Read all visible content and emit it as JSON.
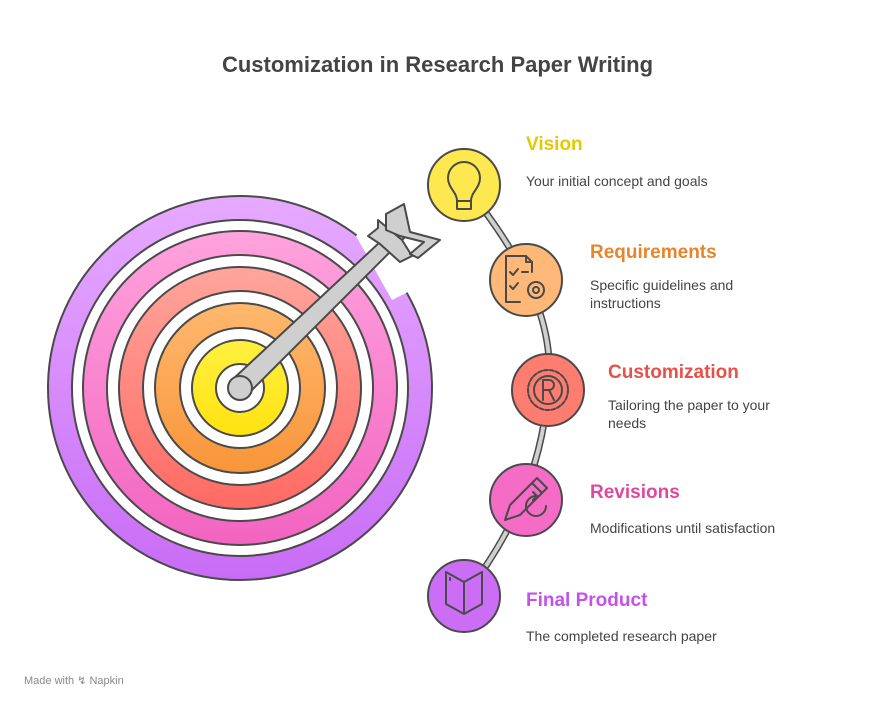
{
  "title": "Customization in Research Paper Writing",
  "steps": [
    {
      "title": "Vision",
      "description": "Your initial concept and goals",
      "color": "#e6c800",
      "fill": "#fde94f",
      "icon": "lightbulb-icon"
    },
    {
      "title": "Requirements",
      "description": "Specific guidelines and instructions",
      "color": "#e8842a",
      "fill": "#ffb877",
      "icon": "checklist-gear-icon"
    },
    {
      "title": "Customization",
      "description": "Tailoring the paper to your needs",
      "color": "#e8504a",
      "fill": "#ff7d70",
      "icon": "registered-gear-icon"
    },
    {
      "title": "Revisions",
      "description": "Modifications until satisfaction",
      "color": "#e0489e",
      "fill": "#f56cc6",
      "icon": "pencil-refresh-icon"
    },
    {
      "title": "Final Product",
      "description": "The completed research paper",
      "color": "#c452ea",
      "fill": "#cc6df5",
      "icon": "book-icon"
    }
  ],
  "footer": {
    "made_with": "Made with",
    "brand": "Napkin"
  }
}
